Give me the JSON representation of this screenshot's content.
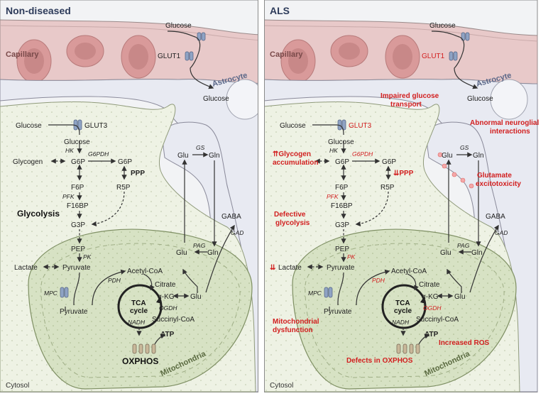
{
  "panels": [
    {
      "title": "Non-diseased",
      "capillary": "Capillary",
      "astrocyte": "Astrocyte",
      "mitochondria": "Mitochondria",
      "cytosol": "Cytosol",
      "glucose_blood": "Glucose",
      "glut1": "GLUT1",
      "glucose_astro": "Glucose",
      "glucose_outer": "Glucose",
      "glut3": "GLUT3",
      "glucose_in": "Glucose",
      "hk": "HK",
      "glycogen": "Glycogen",
      "g6p": "G6P",
      "g6pdh": "G6PDH",
      "g6p_right": "G6P",
      "ppp": "PPP",
      "f6p": "F6P",
      "r5p": "R5P",
      "pfk": "PFK",
      "f16bp": "F16BP",
      "glycolysis": "Glycolysis",
      "g3p": "G3P",
      "pep": "PEP",
      "pk": "PK",
      "lactate": "Lactate",
      "pyruvate": "Pyruvate",
      "acetyl_coa": "Acetyl-CoA",
      "pdh": "PDH",
      "citrate": "Citrate",
      "akg": "α-KG",
      "mpc": "MPC",
      "pyruvate_mito": "Pyruvate",
      "tca": "TCA",
      "cycle": "cycle",
      "ogdh": "OGDH",
      "succinyl": "Succinyl-CoA",
      "nadh": "NADH",
      "atp": "ATP",
      "oxphos": "OXPHOS",
      "glu_top": "Glu",
      "gs": "GS",
      "gln_top": "Gln",
      "gaba": "GABA",
      "gad": "GAD",
      "pag": "PAG",
      "glu_mid": "Glu",
      "gln_mid": "Gln",
      "glu_mito": "Glu"
    },
    {
      "title": "ALS",
      "capillary": "Capillary",
      "astrocyte": "Astrocyte",
      "mitochondria": "Mitochondria",
      "cytosol": "Cytosol",
      "glucose_blood": "Glucose",
      "glut1": "GLUT1",
      "glucose_astro": "Glucose",
      "glucose_outer": "Glucose",
      "glut3": "GLUT3",
      "glucose_in": "Glucose",
      "hk": "HK",
      "glycogen": "Glycogen",
      "g6p": "G6P",
      "g6pdh": "G6PDH",
      "g6p_right": "G6P",
      "ppp": "⇊PPP",
      "f6p": "F6P",
      "r5p": "R5P",
      "pfk": "PFK",
      "f16bp": "F16BP",
      "g3p": "G3P",
      "pep": "PEP",
      "pk": "PK",
      "lactate": "Lactate",
      "lactate_arrows": "⇊",
      "pyruvate": "Pyruvate",
      "acetyl_coa": "Acetyl-CoA",
      "pdh": "PDH",
      "citrate": "Citrate",
      "akg": "α-KG",
      "mpc": "MPC",
      "pyruvate_mito": "Pyruvate",
      "tca": "TCA",
      "cycle": "cycle",
      "ogdh": "OGDH",
      "succinyl": "Succinyl-CoA",
      "nadh": "NADH",
      "atp": "ATP",
      "glu_top": "Glu",
      "gs": "GS",
      "gln_top": "Gln",
      "gaba": "GABA",
      "gad": "GAD",
      "pag": "PAG",
      "glu_mid": "Glu",
      "gln_mid": "Gln",
      "glu_mito": "Glu",
      "impaired_1": "Impaired glucose",
      "impaired_2": "transport",
      "abnormal_1": "Abnormal neuroglial",
      "abnormal_2": "interactions",
      "glycogen_acc_1": "⇈Glycogen",
      "glycogen_acc_2": "accumulation",
      "glutamate_1": "Glutamate",
      "glutamate_2": "excitotoxicity",
      "defective_1": "Defective",
      "defective_2": "glycolysis",
      "mito_dys_1": "Mitochondrial",
      "mito_dys_2": "dysfunction",
      "increased_ros": "Increased ROS",
      "defects_oxphos": "Defects in OXPHOS"
    }
  ],
  "colors": {
    "panel_bg": "#f2f3f5",
    "capillary_fill": "#e8c9c9",
    "rbc": "#d99a9a",
    "astrocyte_fill": "#e8eaf2",
    "neuron_fill": "#eef2e4",
    "mito_fill": "#d7e2c4",
    "alert_red": "#d21f1f"
  }
}
